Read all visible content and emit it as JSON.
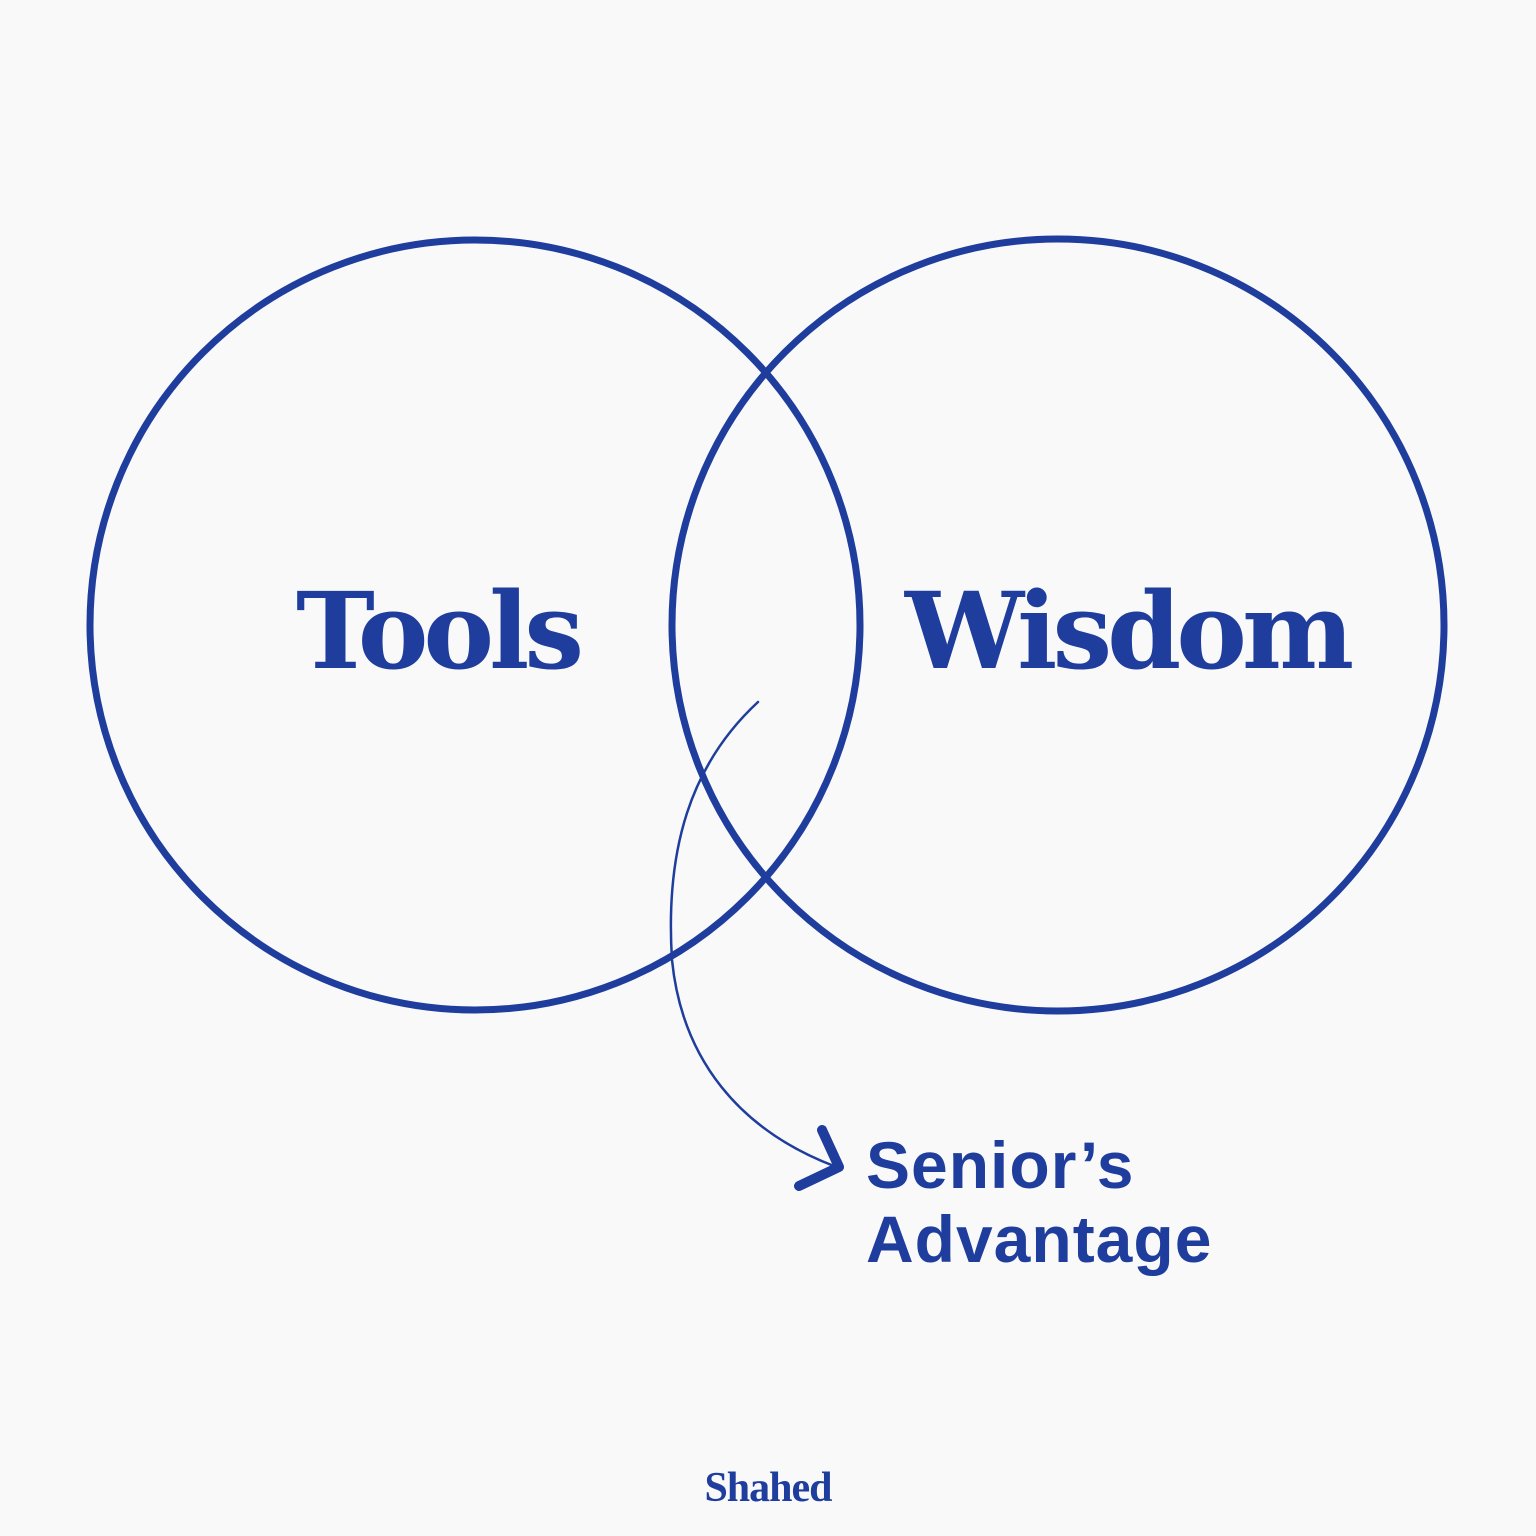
{
  "diagram": {
    "type": "venn",
    "accent_color": "#1f3d9c",
    "background_color": "#f9f9fa",
    "sets": [
      {
        "label": "Tools",
        "position": "left"
      },
      {
        "label": "Wisdom",
        "position": "right"
      }
    ],
    "intersection": {
      "label_lines": [
        "Senior’s",
        "Advantage"
      ],
      "indicator": "curved-arrow"
    }
  },
  "footer": {
    "signature": "Shahed"
  }
}
